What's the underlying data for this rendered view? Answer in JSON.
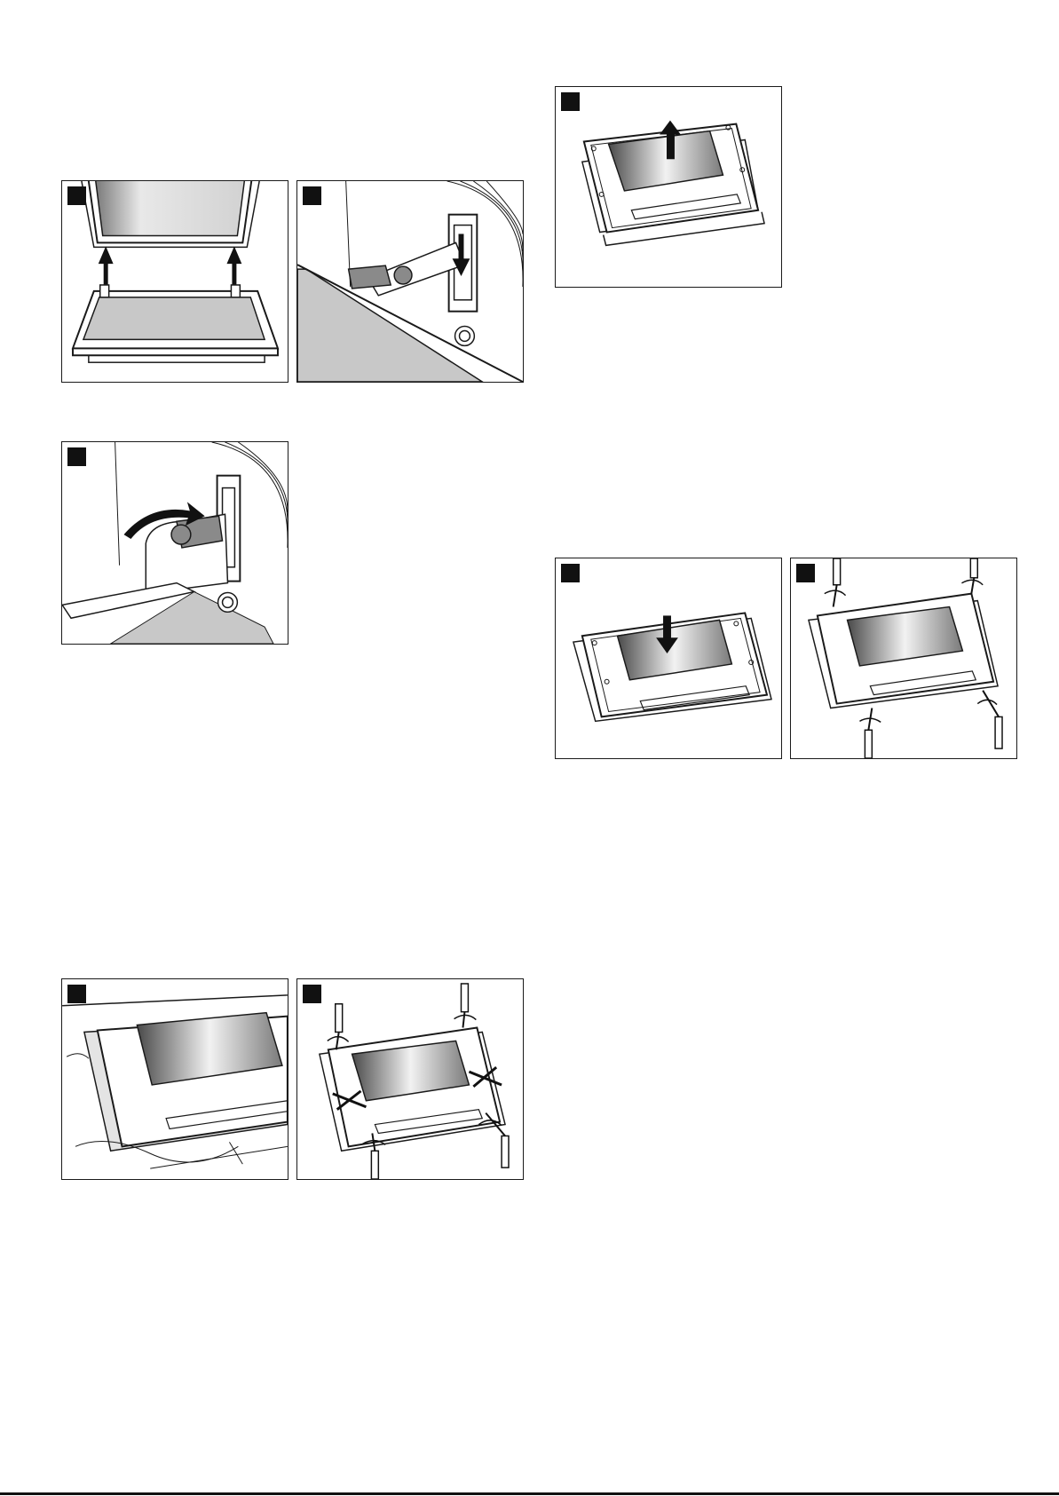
{
  "document": {
    "description_free": true,
    "figures": [
      {
        "id": "fig-a",
        "icon": "step-number-badge"
      },
      {
        "id": "fig-b",
        "icon": "step-number-badge"
      },
      {
        "id": "fig-c",
        "icon": "step-number-badge"
      },
      {
        "id": "fig-d",
        "icon": "step-number-badge"
      },
      {
        "id": "fig-e",
        "icon": "step-number-badge"
      },
      {
        "id": "fig-f",
        "icon": "step-number-badge"
      },
      {
        "id": "fig-g",
        "icon": "step-number-badge"
      },
      {
        "id": "fig-h",
        "icon": "step-number-badge"
      }
    ]
  },
  "colors": {
    "line": "#1a1a1a",
    "badge": "#111111",
    "grey_fill": "#c8c8c8",
    "mid_grey": "#8a8a8a"
  }
}
